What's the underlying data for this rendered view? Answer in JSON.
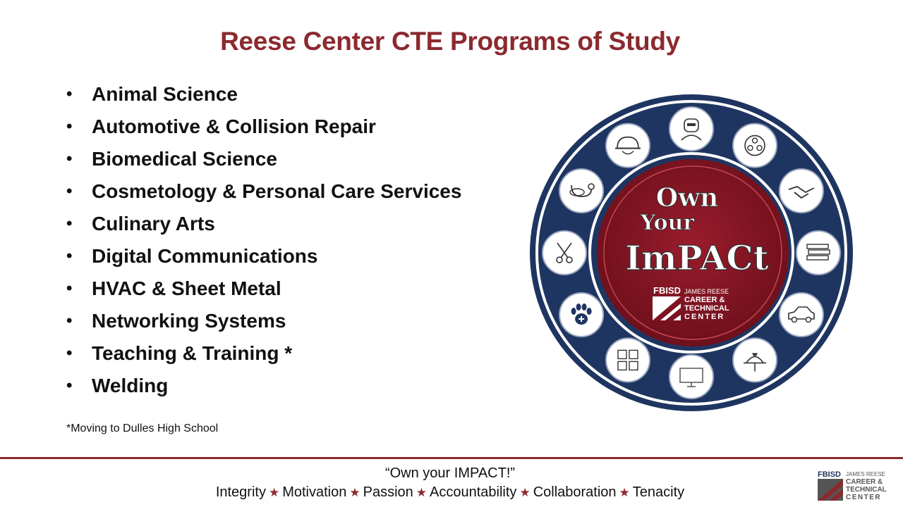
{
  "title": "Reese Center CTE Programs of Study",
  "programs": [
    "Animal Science",
    "Automotive & Collision Repair",
    "Biomedical Science",
    "Cosmetology & Personal Care Services",
    "Culinary Arts",
    "Digital Communications",
    "HVAC & Sheet Metal",
    "Networking Systems",
    "Teaching & Training *",
    "Welding"
  ],
  "bullet": "•",
  "footnote": "*Moving to Dulles High School",
  "footer": {
    "motto": "“Own your IMPACT!”",
    "values": [
      "Integrity",
      "Motivation",
      "Passion",
      "Accountability",
      "Collaboration",
      "Tenacity"
    ],
    "star": "★"
  },
  "badge": {
    "line1": "Own",
    "line2": "Your",
    "line3": "ImPACt",
    "brand": "FBISD",
    "school_line1": "JAMES REESE",
    "school_line2": "CAREER &",
    "school_line3": "TECHNICAL",
    "school_line4": "CENTER",
    "icons": [
      "welder-mask-icon",
      "film-reel-icon",
      "handshake-icon",
      "books-icon",
      "car-icon",
      "serving-tray-icon",
      "computer-monitor-icon",
      "child-blocks-icon",
      "paw-print-icon",
      "scissors-comb-icon",
      "stethoscope-icon",
      "hard-hat-icon"
    ]
  },
  "small_logo": {
    "brand": "FBISD",
    "line1": "JAMES REESE",
    "line2": "CAREER &",
    "line3": "TECHNICAL",
    "line4": "CENTER"
  },
  "colors": {
    "maroon": "#8b2a2f",
    "navy": "#1f3561",
    "badge_red": "#7d1421"
  }
}
